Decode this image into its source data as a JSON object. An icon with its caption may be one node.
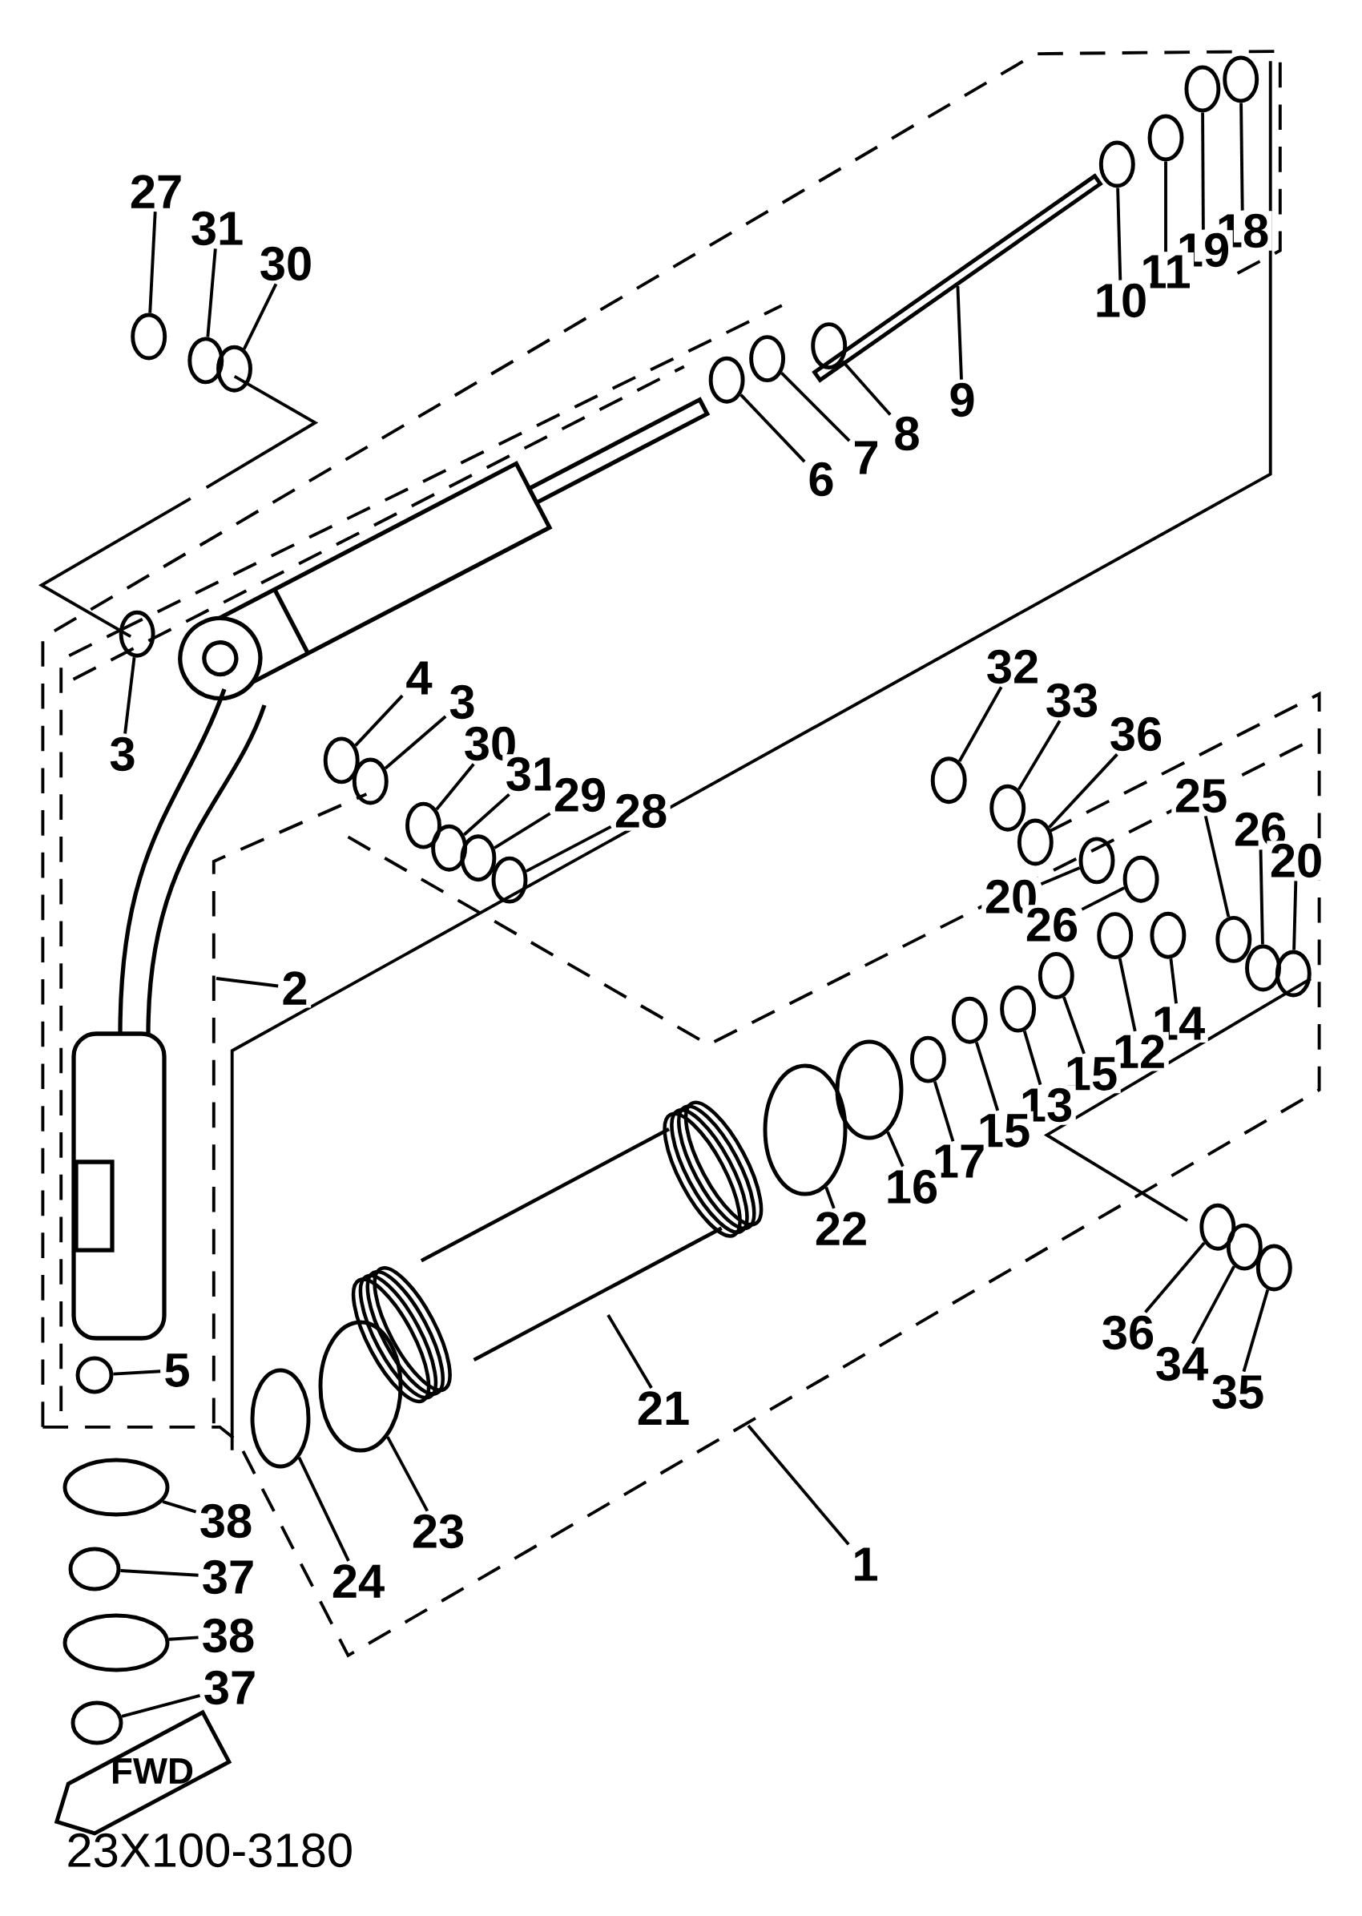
{
  "diagram": {
    "nodes": [
      {
        "text": [
          "27"
        ]
      },
      {
        "text": [
          "31"
        ]
      },
      {
        "text": [
          "30"
        ]
      },
      {
        "text": [
          "18"
        ]
      },
      {
        "text": [
          "19"
        ]
      },
      {
        "text": [
          "11"
        ]
      },
      {
        "text": [
          "10"
        ]
      },
      {
        "text": [
          "9"
        ]
      },
      {
        "text": [
          "8"
        ]
      },
      {
        "text": [
          "7"
        ]
      },
      {
        "text": [
          "6"
        ]
      },
      {
        "text": [
          "32"
        ]
      },
      {
        "text": [
          "4"
        ]
      },
      {
        "text": [
          "33"
        ]
      },
      {
        "text": [
          "3"
        ]
      },
      {
        "text": [
          "36"
        ]
      },
      {
        "text": [
          "3"
        ]
      },
      {
        "text": [
          "30"
        ]
      },
      {
        "text": [
          "31"
        ]
      },
      {
        "text": [
          "25"
        ]
      },
      {
        "text": [
          "29"
        ]
      },
      {
        "text": [
          "28"
        ]
      },
      {
        "text": [
          "26"
        ]
      },
      {
        "text": [
          "20"
        ]
      },
      {
        "text": [
          "20"
        ]
      },
      {
        "text": [
          "26"
        ]
      },
      {
        "text": [
          "2"
        ]
      },
      {
        "text": [
          "14"
        ]
      },
      {
        "text": [
          "12"
        ]
      },
      {
        "text": [
          "15"
        ]
      },
      {
        "text": [
          "13"
        ]
      },
      {
        "text": [
          "15"
        ]
      },
      {
        "text": [
          "17"
        ]
      },
      {
        "text": [
          "16"
        ]
      },
      {
        "text": [
          "22"
        ]
      },
      {
        "text": [
          "36"
        ]
      },
      {
        "text": [
          "34"
        ]
      },
      {
        "text": [
          "5"
        ]
      },
      {
        "text": [
          "35"
        ]
      },
      {
        "text": [
          "21"
        ]
      },
      {
        "text": [
          "38"
        ]
      },
      {
        "text": [
          "23"
        ]
      },
      {
        "text": [
          "1"
        ]
      },
      {
        "text": [
          "37"
        ]
      },
      {
        "text": [
          "24"
        ]
      },
      {
        "text": [
          "38"
        ]
      },
      {
        "text": [
          "37"
        ]
      },
      {
        "text": [],
        "shape": "circle"
      },
      {
        "text": [],
        "shape": "circle"
      },
      {
        "text": [],
        "shape": "circle"
      },
      {
        "text": [],
        "shape": "circle"
      },
      {
        "text": [],
        "shape": "circle"
      },
      {
        "text": [],
        "shape": "circle"
      },
      {
        "text": [],
        "shape": "circle"
      },
      {
        "text": [],
        "shape": "circle"
      },
      {
        "text": [],
        "shape": "circle"
      },
      {
        "text": [],
        "shape": "circle"
      },
      {
        "text": [],
        "shape": "circle"
      },
      {
        "text": [],
        "shape": "circle"
      },
      {
        "text": [],
        "shape": "circle"
      },
      {
        "text": [],
        "shape": "circle"
      },
      {
        "text": [],
        "shape": "circle"
      },
      {
        "text": [],
        "shape": "circle"
      },
      {
        "text": [],
        "shape": "circle"
      },
      {
        "text": [],
        "shape": "circle"
      },
      {
        "text": [],
        "shape": "circle"
      },
      {
        "text": [],
        "shape": "circle"
      },
      {
        "text": [],
        "shape": "circle"
      },
      {
        "text": [],
        "shape": "circle"
      },
      {
        "text": [],
        "shape": "circle"
      },
      {
        "text": [],
        "shape": "circle"
      },
      {
        "text": [],
        "shape": "circle"
      },
      {
        "text": [],
        "shape": "circle"
      },
      {
        "text": [],
        "shape": "circle"
      },
      {
        "text": [],
        "shape": "circle"
      },
      {
        "text": [],
        "shape": "circle"
      },
      {
        "text": [],
        "shape": "circle"
      },
      {
        "text": [],
        "shape": "circle"
      },
      {
        "text": [],
        "shape": "circle"
      },
      {
        "text": [],
        "shape": "circle"
      },
      {
        "text": [],
        "shape": "circle"
      },
      {
        "text": [],
        "shape": "circle"
      },
      {
        "text": [],
        "shape": "circle"
      },
      {
        "text": [],
        "shape": "circle"
      },
      {
        "text": [],
        "shape": "circle"
      },
      {
        "text": [],
        "shape": "circle"
      },
      {
        "text": [],
        "shape": "circle"
      },
      {
        "text": [],
        "shape": "circle"
      },
      {
        "text": [],
        "shape": "circle"
      },
      {
        "text": [],
        "shape": "circle"
      },
      {
        "text": [],
        "shape": "bar"
      }
    ],
    "edges": [
      {
        "from": 0,
        "to": 47,
        "arrow": "none"
      },
      {
        "from": 1,
        "to": 48,
        "arrow": "none"
      },
      {
        "from": 2,
        "to": 49,
        "arrow": "none"
      },
      {
        "from": 3,
        "to": 50,
        "arrow": "none"
      },
      {
        "from": 4,
        "to": 51,
        "arrow": "none"
      },
      {
        "from": 5,
        "to": 52,
        "arrow": "none"
      },
      {
        "from": 6,
        "to": 53,
        "arrow": "none"
      },
      {
        "from": 7,
        "to": 90,
        "arrow": "none"
      },
      {
        "from": 8,
        "to": 54,
        "arrow": "none"
      },
      {
        "from": 9,
        "to": 55,
        "arrow": "none"
      },
      {
        "from": 10,
        "to": 56,
        "arrow": "none"
      },
      {
        "from": 11,
        "to": 57,
        "arrow": "none"
      },
      {
        "from": 12,
        "to": 58,
        "arrow": "none"
      },
      {
        "from": 13,
        "to": 59,
        "arrow": "none"
      },
      {
        "from": 14,
        "to": 60,
        "arrow": "none"
      },
      {
        "from": 15,
        "to": 61,
        "arrow": "none"
      },
      {
        "from": 16,
        "to": 62,
        "arrow": "none"
      },
      {
        "from": 17,
        "to": 63,
        "arrow": "none"
      },
      {
        "from": 18,
        "to": 64,
        "arrow": "none"
      },
      {
        "from": 19,
        "to": 65,
        "arrow": "none"
      },
      {
        "from": 20,
        "to": 66,
        "arrow": "none"
      },
      {
        "from": 21,
        "to": 67,
        "arrow": "none"
      },
      {
        "from": 22,
        "to": 68,
        "arrow": "none"
      },
      {
        "from": 23,
        "to": 69,
        "arrow": "none"
      },
      {
        "from": 24,
        "to": 70,
        "arrow": "none"
      },
      {
        "from": 25,
        "to": 71,
        "arrow": "none"
      },
      {
        "from": 26,
        "to": null,
        "arrow": "none"
      },
      {
        "from": 27,
        "to": 72,
        "arrow": "none"
      },
      {
        "from": 28,
        "to": 73,
        "arrow": "none"
      },
      {
        "from": 29,
        "to": 74,
        "arrow": "none"
      },
      {
        "from": 30,
        "to": 75,
        "arrow": "none"
      },
      {
        "from": 31,
        "to": 76,
        "arrow": "none"
      },
      {
        "from": 32,
        "to": 77,
        "arrow": "none"
      },
      {
        "from": 33,
        "to": 78,
        "arrow": "none"
      },
      {
        "from": 34,
        "to": 79,
        "arrow": "none"
      },
      {
        "from": 35,
        "to": 80,
        "arrow": "none"
      },
      {
        "from": 36,
        "to": 81,
        "arrow": "none"
      },
      {
        "from": 37,
        "to": 82,
        "arrow": "none"
      },
      {
        "from": 38,
        "to": 83,
        "arrow": "none"
      },
      {
        "from": 39,
        "to": null,
        "arrow": "none"
      },
      {
        "from": 40,
        "to": 84,
        "arrow": "none"
      },
      {
        "from": 41,
        "to": 85,
        "arrow": "none"
      },
      {
        "from": 42,
        "to": null,
        "arrow": "none"
      },
      {
        "from": 43,
        "to": 86,
        "arrow": "none"
      },
      {
        "from": 44,
        "to": 87,
        "arrow": "none"
      },
      {
        "from": 45,
        "to": 88,
        "arrow": "none"
      },
      {
        "from": 46,
        "to": 89,
        "arrow": "none"
      }
    ],
    "labels": [
      "FWD",
      "23X100-3180"
    ]
  }
}
